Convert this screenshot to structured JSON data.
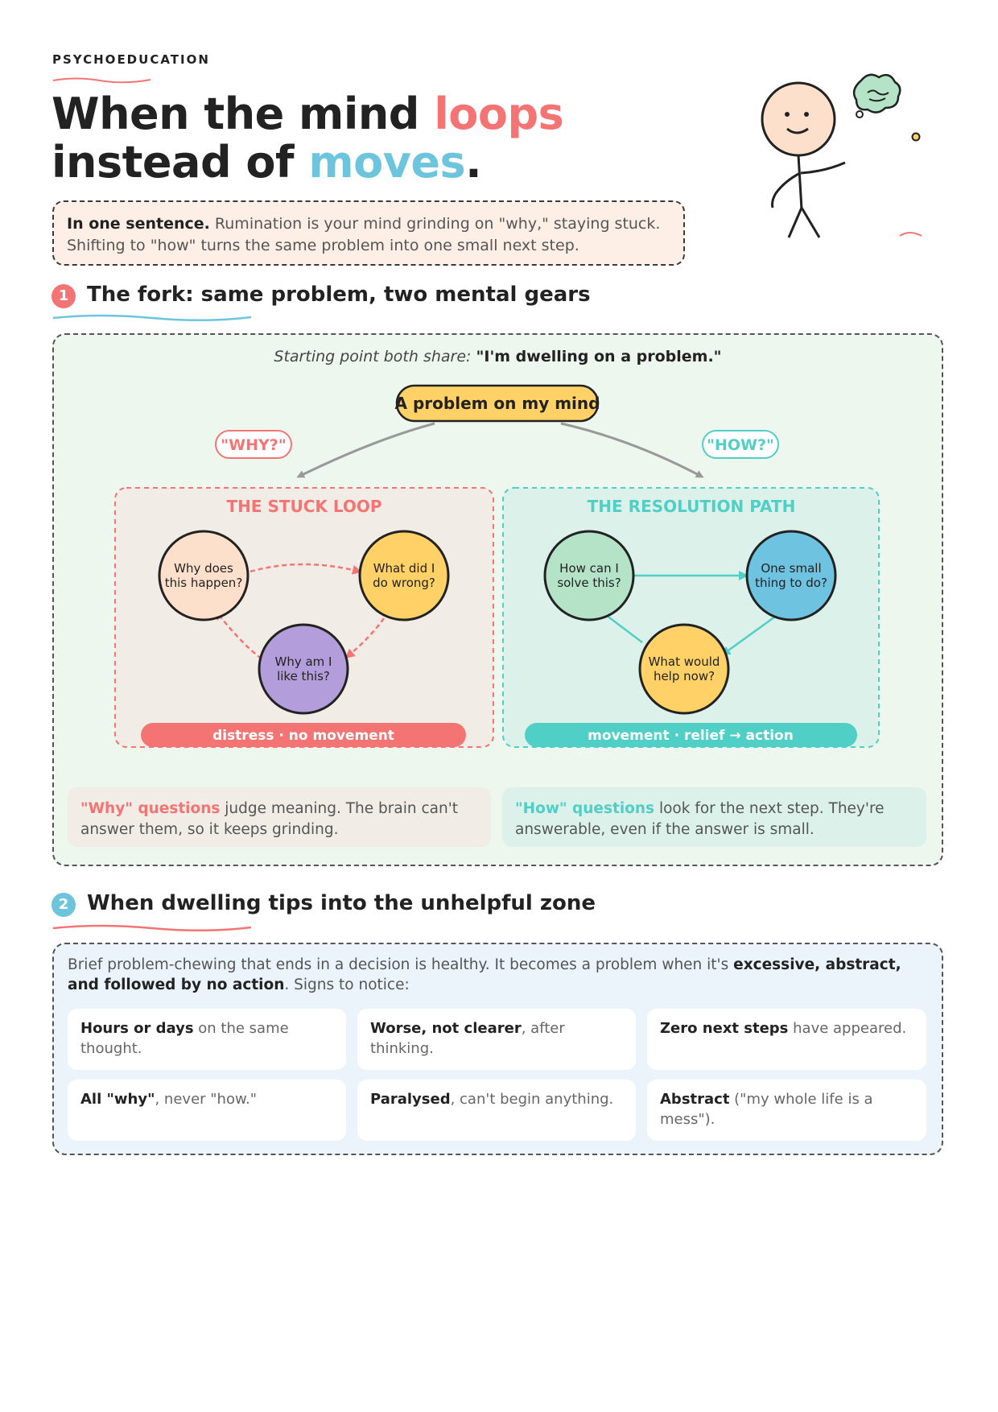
{
  "header": {
    "eyebrow": "PSYCHOEDUCATION",
    "title_line1_pre": "When the mind ",
    "title_line1_hl": "loops",
    "title_line2_pre": "instead of ",
    "title_line2_hl": "moves",
    "title_line2_post": "."
  },
  "summary": {
    "lead": "In one sentence.",
    "text": " Rumination is your mind grinding on \"why,\" staying stuck. Shifting to \"how\" turns the same problem into one small next step."
  },
  "section1": {
    "number": "1",
    "title": "The fork: same problem, two mental gears",
    "starting_italic": "Starting point both share: ",
    "starting_bold": "\"I'm dwelling on a problem.\"",
    "problem_node": "A problem on my mind",
    "why_tag": "\"WHY?\"",
    "how_tag": "\"HOW?\"",
    "stuck": {
      "title": "THE STUCK LOOP",
      "nodes": [
        {
          "l1": "Why does",
          "l2": "this happen?"
        },
        {
          "l1": "What did I",
          "l2": "do wrong?"
        },
        {
          "l1": "Why am I",
          "l2": "like this?"
        }
      ],
      "footer": "distress · no movement"
    },
    "resolution": {
      "title": "THE RESOLUTION PATH",
      "nodes": [
        {
          "l1": "How can I",
          "l2": "solve this?"
        },
        {
          "l1": "One small",
          "l2": "thing to do?"
        },
        {
          "l1": "What would",
          "l2": "help now?"
        }
      ],
      "footer": "movement · relief → action"
    },
    "why_note": {
      "hl": "\"Why\" questions",
      "text": " judge meaning. The brain can't answer them, so it keeps grinding."
    },
    "how_note": {
      "hl": "\"How\" questions",
      "text": " look for the next step. They're answerable, even if the answer is small."
    }
  },
  "section2": {
    "number": "2",
    "title": "When dwelling tips into the unhelpful zone",
    "intro_pre": "Brief problem-chewing that ends in a decision is healthy. It becomes a problem when it's ",
    "intro_bold": "excessive, abstract, and followed by no action",
    "intro_post": ". Signs to notice:",
    "signs": [
      {
        "bold": "Hours or days",
        "text": " on the same thought."
      },
      {
        "bold": "Worse, not clearer",
        "text": ", after thinking."
      },
      {
        "bold": "Zero next steps",
        "text": " have appeared."
      },
      {
        "bold": "All \"why\"",
        "text": ", never \"how.\""
      },
      {
        "bold": "Paralysed",
        "text": ", can't begin anything."
      },
      {
        "bold": "Abstract",
        "text": " (\"my whole life is a mess\")."
      }
    ]
  },
  "colors": {
    "coral": "#f47474",
    "teal": "#4fcfc6",
    "blue": "#6cc5dc",
    "yellow": "#ffd166",
    "purple": "#b39ddb",
    "peach": "#fde0cc",
    "mint": "#b5e3c8",
    "sky": "#6ec3e0"
  }
}
